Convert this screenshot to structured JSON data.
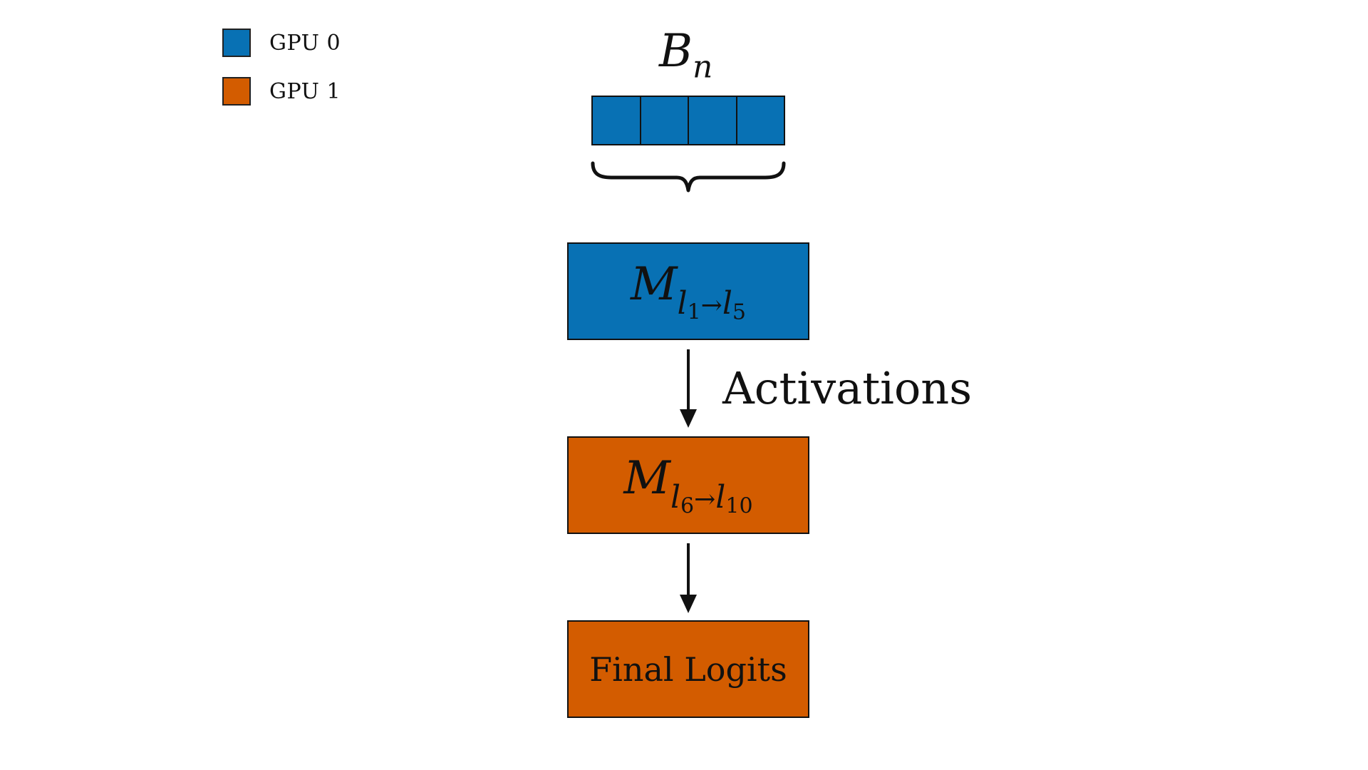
{
  "legend": [
    {
      "label": "GPU 0",
      "color": "#0871b4"
    },
    {
      "label": "GPU 1",
      "color": "#d35c00"
    }
  ],
  "batch": {
    "symbol": "B",
    "subscript": "n",
    "cell_count": 4,
    "color": "#0871b4"
  },
  "nodes": [
    {
      "id": "block1",
      "symbol": "M",
      "from_l": "1",
      "to_l": "5",
      "color": "#0871b4"
    },
    {
      "id": "block2",
      "symbol": "M",
      "from_l": "6",
      "to_l": "10",
      "color": "#d35c00"
    },
    {
      "id": "output",
      "label": "Final Logits",
      "color": "#d35c00"
    }
  ],
  "edges": [
    {
      "from": "block1",
      "to": "block2",
      "label": "Activations"
    },
    {
      "from": "block2",
      "to": "output",
      "label": ""
    }
  ]
}
